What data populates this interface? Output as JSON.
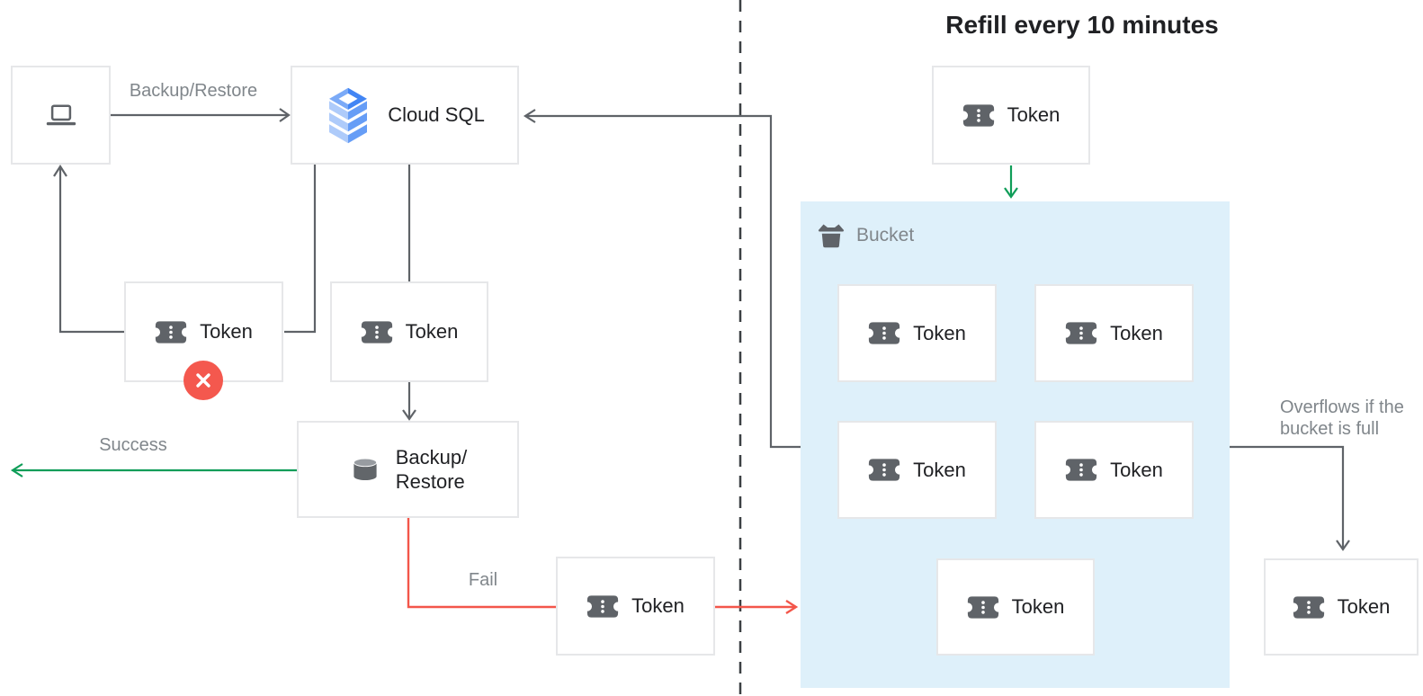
{
  "title": "Refill every 10 minutes",
  "nodes": {
    "cloud_sql": "Cloud SQL",
    "token": "Token",
    "backup_line1": "Backup/",
    "backup_line2": "Restore",
    "bucket": "Bucket"
  },
  "edge_labels": {
    "backup_restore": "Backup/Restore",
    "success": "Success",
    "fail": "Fail",
    "overflow_line1": "Overflows if the",
    "overflow_line2": "bucket is full"
  },
  "icons": {
    "laptop": "laptop-icon",
    "cloud_sql": "cloud-sql-stack-icon",
    "token": "ticket-token-icon",
    "backup": "database-cylinder-icon",
    "bucket": "bucket-icon",
    "denied": "error-x-icon"
  },
  "colors": {
    "line_gray": "#5f6368",
    "success_green": "#0f9d58",
    "fail_red": "#f3564a",
    "badge_red": "#f4584e",
    "bucket_fill": "#def0fa",
    "box_border": "#e6e7e9",
    "label_gray": "#80868b",
    "text_dark": "#202124",
    "divider_dark": "#3c4043",
    "cloudsql_blue": "#4285f4",
    "cloudsql_blue_light": "#7baaf7",
    "cloudsql_band_light": "#aecbfa",
    "cloudsql_band_mid": "#669df6"
  }
}
